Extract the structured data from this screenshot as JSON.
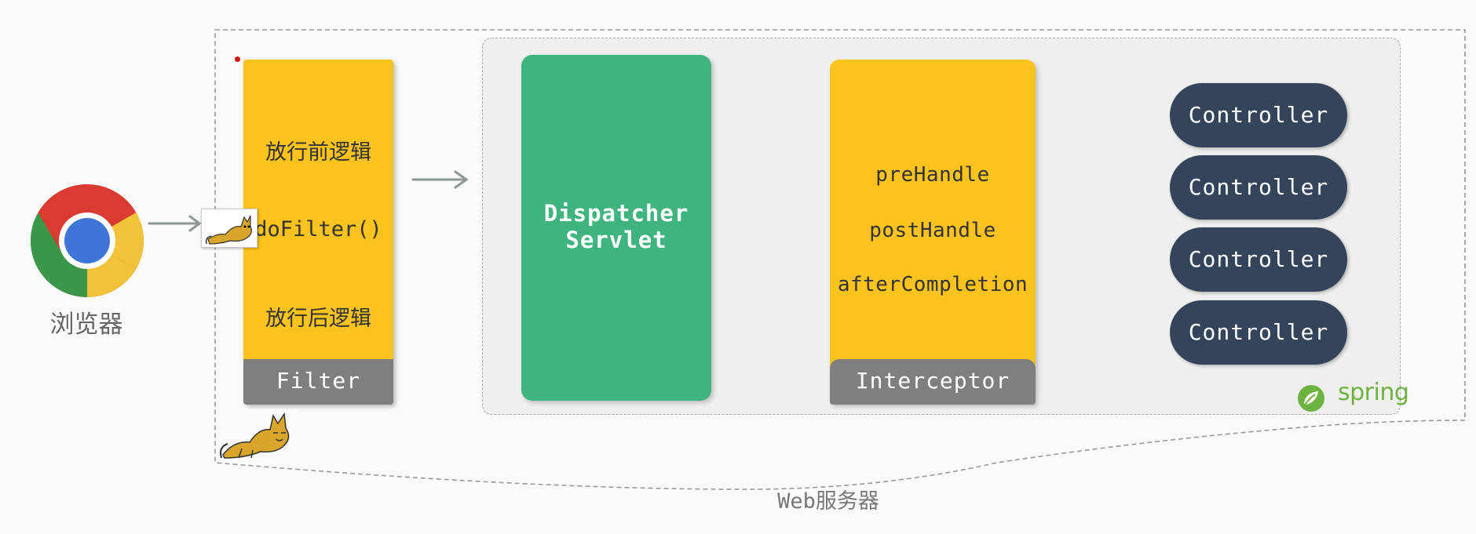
{
  "browser": {
    "label": "浏览器",
    "icon": "chrome-icon"
  },
  "web_server": {
    "label": "Web服务器",
    "icon": "tomcat-icon"
  },
  "filter": {
    "before_text": "放行前逻辑",
    "method_text": "doFilter()",
    "after_text": "放行后逻辑",
    "footer_label": "Filter"
  },
  "dispatcher": {
    "line1": "Dispatcher",
    "line2": "Servlet"
  },
  "interceptor": {
    "methods": [
      "preHandle",
      "postHandle",
      "afterCompletion"
    ],
    "footer_label": "Interceptor"
  },
  "controllers": [
    "Controller",
    "Controller",
    "Controller",
    "Controller"
  ],
  "spring": {
    "label": "spring",
    "icon": "spring-leaf-icon"
  },
  "colors": {
    "filter_yellow": "#fbc31b",
    "dispatcher_green": "#3fb47e",
    "controller_navy": "#34445a",
    "footer_gray": "#7f7f7f",
    "spring_green": "#6db33f"
  }
}
